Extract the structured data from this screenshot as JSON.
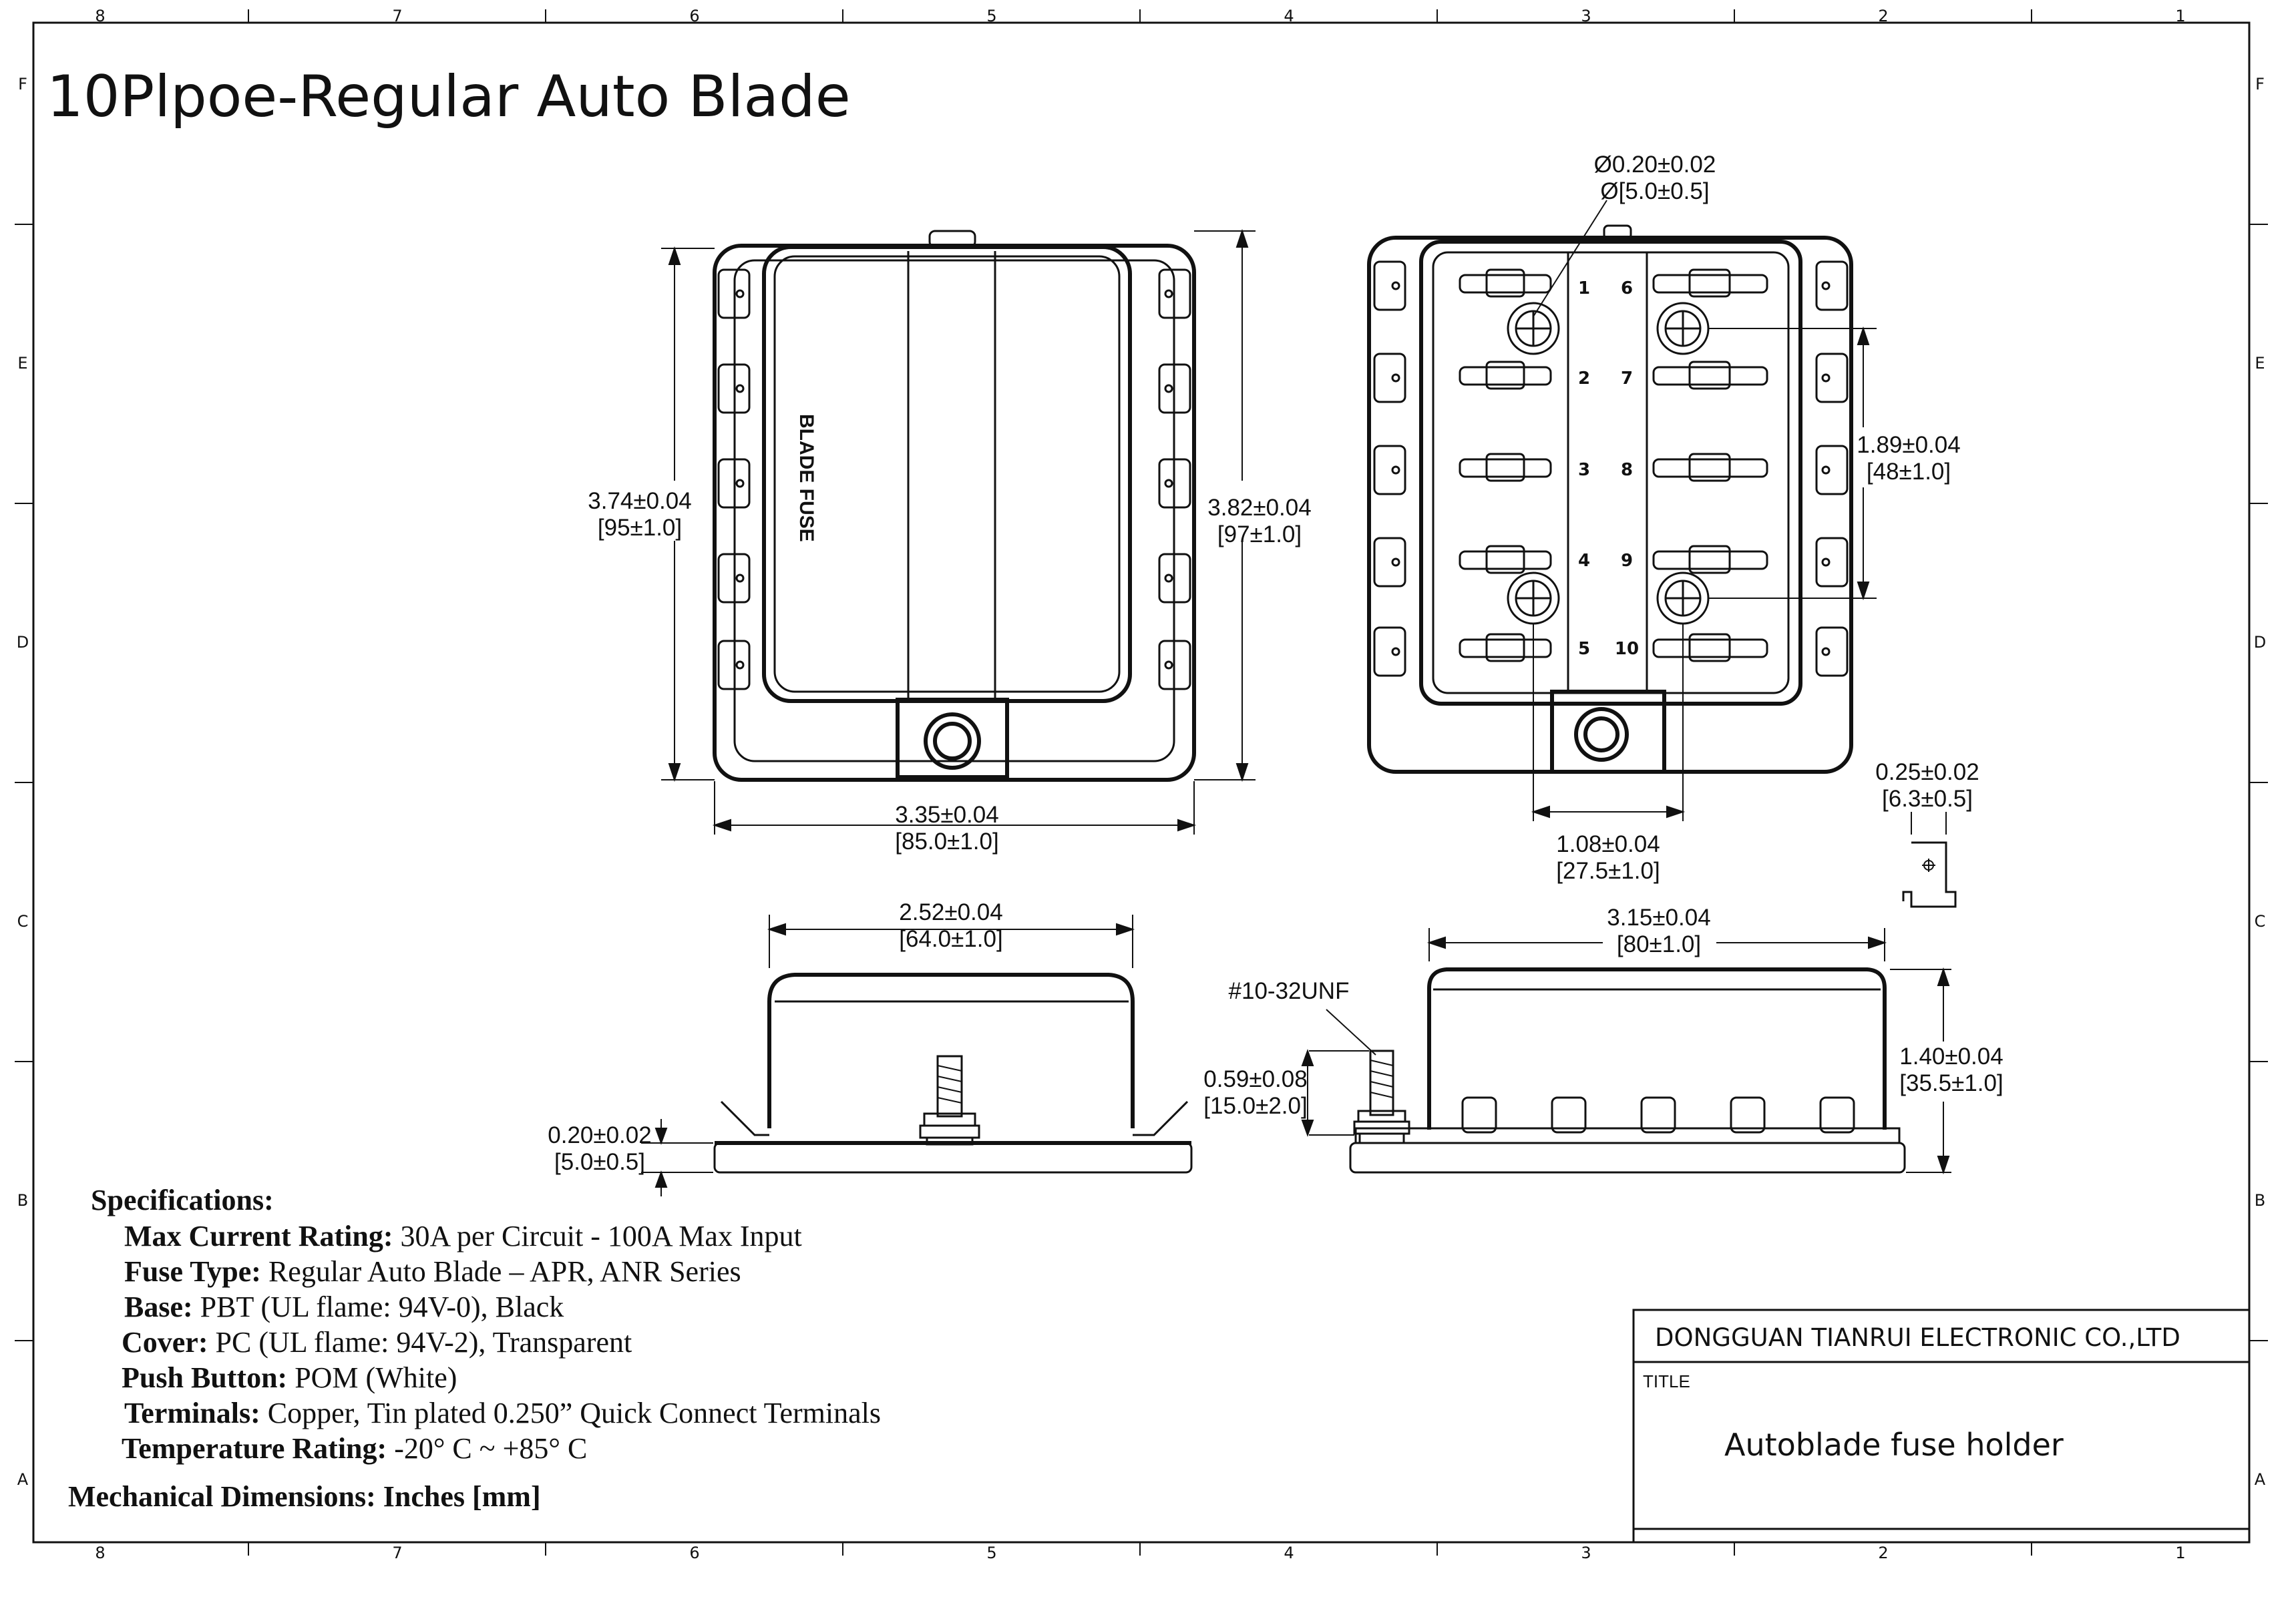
{
  "drawing_title": "10Plpoe-Regular Auto Blade",
  "border": {
    "columns": [
      "8",
      "7",
      "6",
      "5",
      "4",
      "3",
      "2",
      "1"
    ],
    "rows": [
      "F",
      "E",
      "D",
      "C",
      "B",
      "A"
    ]
  },
  "top_view": {
    "cover_label": "BLADE FUSE",
    "dim_height_in": "3.74±0.04",
    "dim_height_mm": "[95±1.0]",
    "dim_overall_height_in": "3.82±0.04",
    "dim_overall_height_mm": "[97±1.0]",
    "dim_width_in": "3.35±0.04",
    "dim_width_mm": "[85.0±1.0]"
  },
  "open_view": {
    "slots_left": [
      "1",
      "2",
      "3",
      "4",
      "5"
    ],
    "slots_right": [
      "6",
      "7",
      "8",
      "9",
      "10"
    ],
    "dim_hole_in": "Ø0.20±0.02",
    "dim_hole_mm": "Ø[5.0±0.5]",
    "dim_hole_spacing_v_in": "1.89±0.04",
    "dim_hole_spacing_v_mm": "[48±1.0]",
    "dim_hole_spacing_h_in": "1.08±0.04",
    "dim_hole_spacing_h_mm": "[27.5±1.0]"
  },
  "terminal_detail": {
    "dim_in": "0.25±0.02",
    "dim_mm": "[6.3±0.5]"
  },
  "side_view": {
    "dim_width_in": "2.52±0.04",
    "dim_width_mm": "[64.0±1.0]",
    "dim_base_in": "0.20±0.02",
    "dim_base_mm": "[5.0±0.5]"
  },
  "front_view": {
    "thread_label": "#10-32UNF",
    "dim_stud_in": "0.59±0.08",
    "dim_stud_mm": "[15.0±2.0]",
    "dim_length_in": "3.15±0.04",
    "dim_length_mm": "[80±1.0]",
    "dim_height_in": "1.40±0.04",
    "dim_height_mm": "[35.5±1.0]"
  },
  "specifications": {
    "heading": "Specifications:",
    "items": [
      {
        "label": "Max Current Rating:",
        "value": "30A  per Circuit - 100A Max Input"
      },
      {
        "label": "Fuse Type:",
        "value": "Regular Auto Blade – APR, ANR Series"
      },
      {
        "label": "Base:",
        "value": "PBT (UL flame: 94V-0), Black"
      },
      {
        "label": "Cover:",
        "value": "PC (UL flame: 94V-2), Transparent"
      },
      {
        "label": "Push Button:",
        "value": "POM (White)"
      },
      {
        "label": "Terminals:",
        "value": "Copper, Tin plated 0.250” Quick Connect Terminals"
      },
      {
        "label": "Temperature Rating:",
        "value": "-20° C ~ +85° C"
      }
    ],
    "units_note": "Mechanical Dimensions:  Inches [mm]"
  },
  "title_block": {
    "company": "DONGGUAN TIANRUI ELECTRONIC CO.,LTD",
    "title_label": "TITLE",
    "title_value": "Autoblade fuse holder"
  }
}
